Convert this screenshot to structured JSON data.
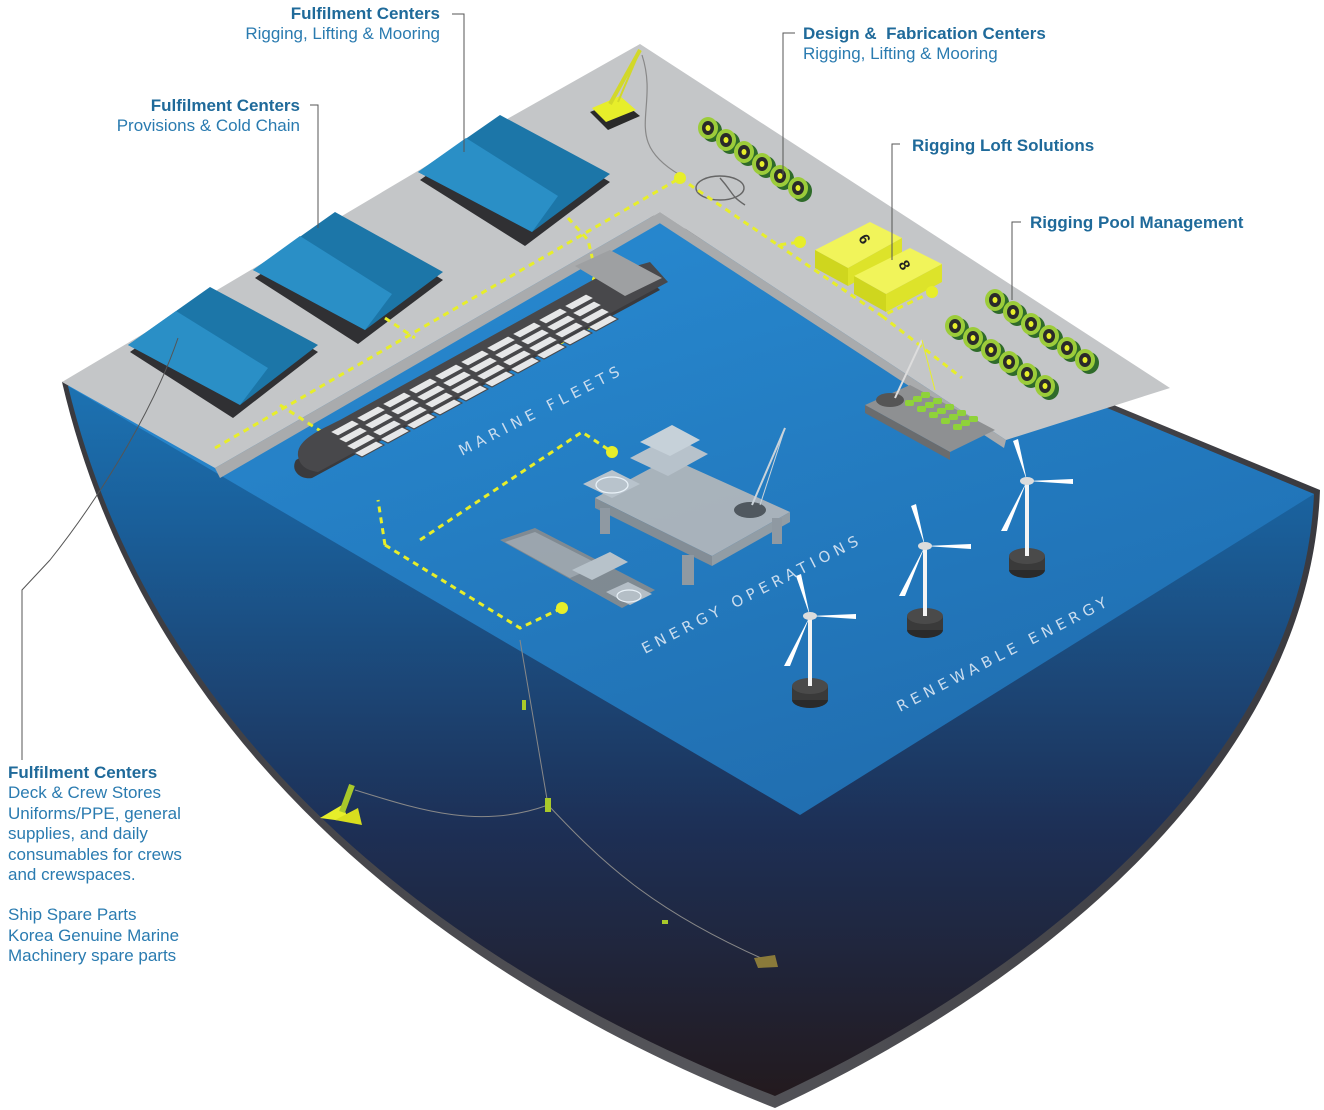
{
  "callouts": {
    "fulfilment_rigging": {
      "title": "Fulfilment Centers",
      "subtitle": "Rigging, Lifting & Mooring"
    },
    "fulfilment_provisions": {
      "title": "Fulfilment Centers",
      "subtitle": "Provisions & Cold Chain"
    },
    "design_fabrication": {
      "title": "Design &  Fabrication Centers",
      "subtitle": "Rigging, Lifting & Mooring"
    },
    "rigging_loft": {
      "title": "Rigging Loft Solutions"
    },
    "rigging_pool": {
      "title": "Rigging Pool Management"
    },
    "fulfilment_deck": {
      "title": "Fulfilment Centers",
      "lines": [
        "Deck & Crew Stores",
        "Uniforms/PPE, general",
        "supplies, and daily",
        "consumables for crews",
        "and crewspaces.",
        "",
        "Ship Spare Parts",
        "Korea Genuine Marine",
        "Machinery spare parts"
      ]
    }
  },
  "zones": {
    "marine": "MARINE FLEETS",
    "energy": "ENERGY OPERATIONS",
    "renewable": "RENEWABLE ENERGY"
  },
  "containers": {
    "left": "6",
    "right": "8"
  },
  "colors": {
    "accent_yellow": "#e7ee2a",
    "warehouse_blue": "#1c76a8",
    "pier_gray": "#c4c6c8",
    "sea_top": "#1b82c6",
    "sea_bottom": "#231b20",
    "label_blue": "#1f6a9a"
  },
  "icons": [
    "warehouse-icon",
    "crane-icon",
    "cable-reel-icon",
    "container-icon",
    "cargo-ship-icon",
    "oil-platform-icon",
    "supply-vessel-icon",
    "wind-turbine-icon",
    "anchor-icon"
  ]
}
